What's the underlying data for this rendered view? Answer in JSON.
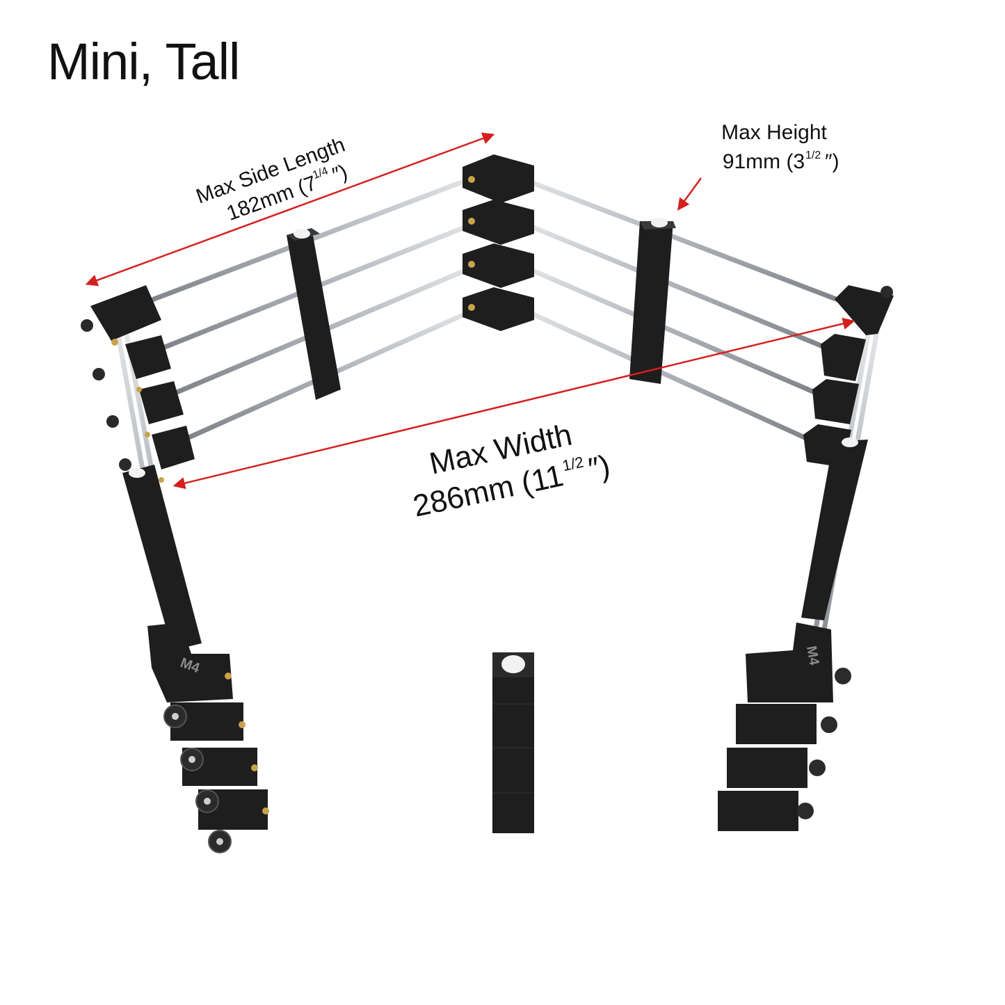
{
  "title": "Mini, Tall",
  "annotations": {
    "side_length": {
      "label": "Max Side Length",
      "value": "182mm (7",
      "frac": "1/4",
      "close": "″)"
    },
    "height": {
      "label": "Max Height",
      "value": "91mm (3",
      "frac": "1/2",
      "close": "″)"
    },
    "width": {
      "label": "Max Width",
      "value": "286mm (11",
      "frac": "1/2",
      "close": "″)"
    }
  },
  "clamp_marking": "M4",
  "colors": {
    "arrow": "#d4201f",
    "clamp": "#1e1e1e",
    "rod": "#b9bdc2",
    "brass": "#c9a24a"
  }
}
